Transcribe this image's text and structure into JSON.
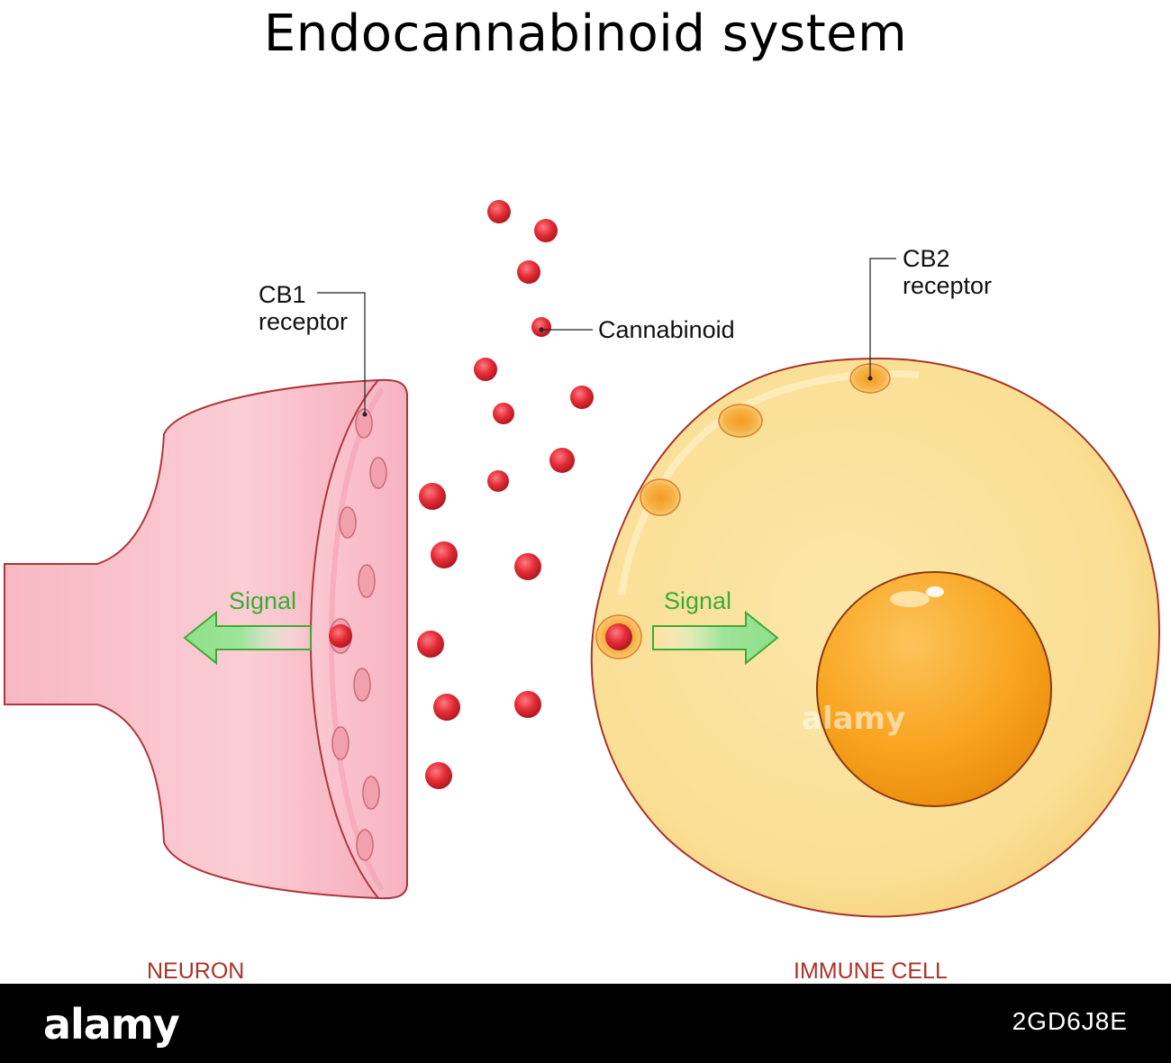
{
  "title": "Endocannabinoid system",
  "labels": {
    "cb1": [
      "CB1",
      "receptor"
    ],
    "cb2": [
      "CB2",
      "receptor"
    ],
    "cannabinoid": "Cannabinoid",
    "signal_left": "Signal",
    "signal_right": "Signal",
    "neuron": "NEURON",
    "immune_cell": "IMMUNE CELL"
  },
  "footer": {
    "brand": "alamy",
    "image_id": "2GD6J8E"
  },
  "watermark": "alamy",
  "colors": {
    "neuron_fill": "#f9c6cf",
    "neuron_stroke": "#b0363e",
    "cell_fill": "#fbe4a4",
    "cell_stroke": "#a8342a",
    "nucleus": "#f7a21e",
    "cannabinoid": "#e32d37",
    "arrow": "#3cab35",
    "label_red": "#a8342a"
  }
}
